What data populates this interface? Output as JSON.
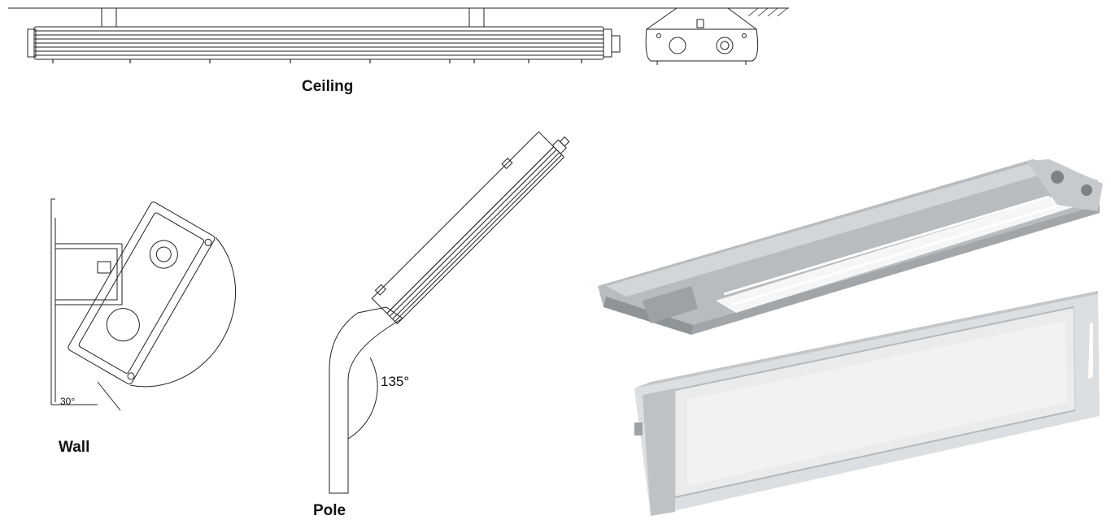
{
  "labels": {
    "ceiling": "Ceiling",
    "wall": "Wall",
    "pole": "Pole",
    "wall_angle": "30°",
    "pole_angle": "135°"
  },
  "colors": {
    "line": "#222222",
    "fixture_metal": "#c9ccce",
    "fixture_shadow": "#8f9497",
    "lens_glow": "#f4f6f7"
  }
}
